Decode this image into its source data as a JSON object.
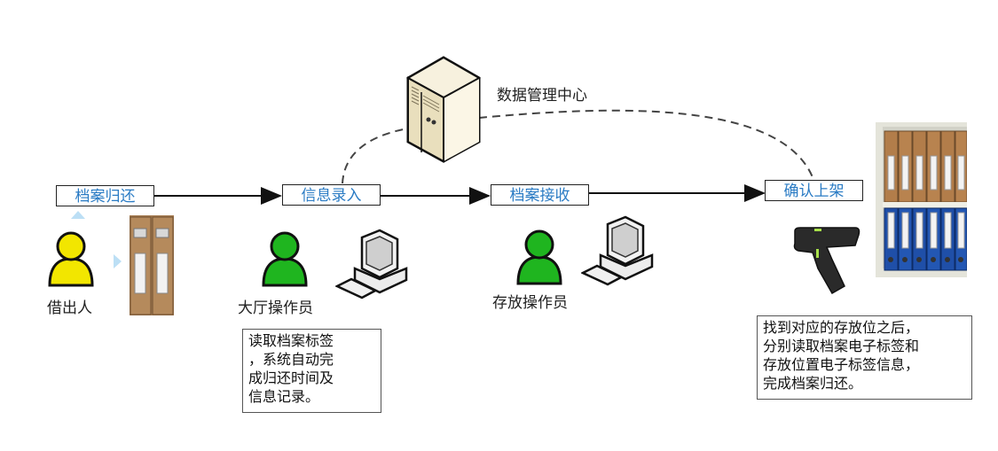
{
  "steps": [
    {
      "label": "档案归还"
    },
    {
      "label": "信息录入"
    },
    {
      "label": "档案接收"
    },
    {
      "label": "确认上架"
    }
  ],
  "actors": {
    "borrower": "借出人",
    "hall_operator": "大厅操作员",
    "storage_operator": "存放操作员"
  },
  "data_center": {
    "label": "数据管理中心"
  },
  "notes": {
    "info_entry": [
      "读取档案标签",
      "，系统自动完",
      "成归还时间及",
      "信息记录。"
    ],
    "shelving": [
      "找到对应的存放位之后，",
      "分别读取档案电子标签和",
      "存放位置电子标签信息，",
      "完成档案归还。"
    ]
  },
  "colors": {
    "step_text": "#2a7bc4",
    "borrower": "#f2e600",
    "operator": "#1fb51f"
  }
}
